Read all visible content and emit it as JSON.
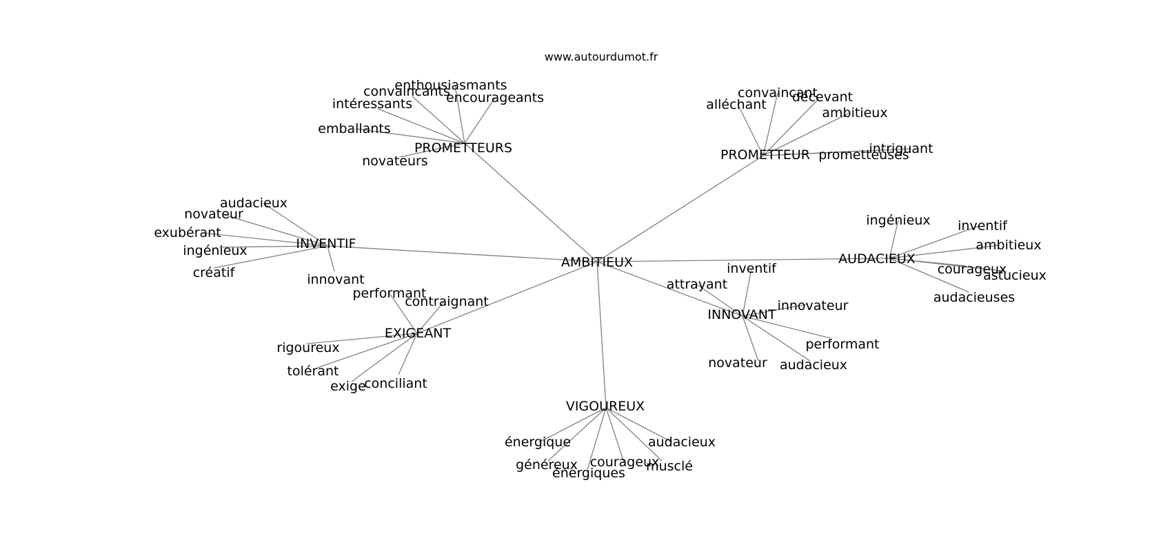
{
  "site": "www.autourdumot.fr",
  "center": "AMBITIEUX",
  "clusters": [
    {
      "id": "prometteurs",
      "label": "PROMETTEURS",
      "words": [
        "enthousiasmants",
        "convaincants",
        "intéressants",
        "encourageants",
        "emballants",
        "novateurs"
      ]
    },
    {
      "id": "prometteur",
      "label": "PROMETTEUR",
      "words": [
        "convaincant",
        "alléchant",
        "décevant",
        "ambitieux",
        "intriguant",
        "prometteuses"
      ]
    },
    {
      "id": "inventif",
      "label": "INVENTIF",
      "words": [
        "audacieux",
        "novateur",
        "exubérant",
        "ingénieux",
        "créatif",
        "innovant"
      ]
    },
    {
      "id": "audacieux",
      "label": "AUDACIEUX",
      "words": [
        "ingénieux",
        "inventif",
        "ambitieux",
        "courageux",
        "astucieux",
        "audacieuses"
      ]
    },
    {
      "id": "exigeant",
      "label": "EXIGEANT",
      "words": [
        "performant",
        "contraignant",
        "rigoureux",
        "tolérant",
        "exige",
        "conciliant"
      ]
    },
    {
      "id": "innovant",
      "label": "INNOVANT",
      "words": [
        "inventif",
        "attrayant",
        "innovateur",
        "performant",
        "novateur",
        "audacieux"
      ]
    },
    {
      "id": "vigoureux",
      "label": "VIGOUREUX",
      "words": [
        "énergique",
        "généreux",
        "énergiques",
        "courageux",
        "musclé",
        "audacieux"
      ]
    }
  ]
}
